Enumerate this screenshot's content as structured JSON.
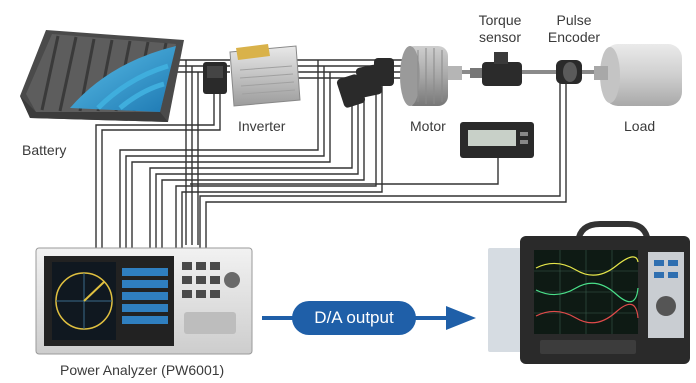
{
  "labels": {
    "battery": "Battery",
    "inverter": "Inverter",
    "motor": "Motor",
    "torque_sensor": [
      "Torque",
      "sensor"
    ],
    "pulse_encoder": [
      "Pulse",
      "Encoder"
    ],
    "load": "Load",
    "power_analyzer": "Power Analyzer (PW6001)"
  },
  "da_output": "D/A output",
  "colors": {
    "arrow_blue": "#1f5fa8",
    "wire": "#333333",
    "label_text": "#3a3a3a",
    "device_gray": "#d8d8d8",
    "battery_blue": "#2f8fc8"
  }
}
